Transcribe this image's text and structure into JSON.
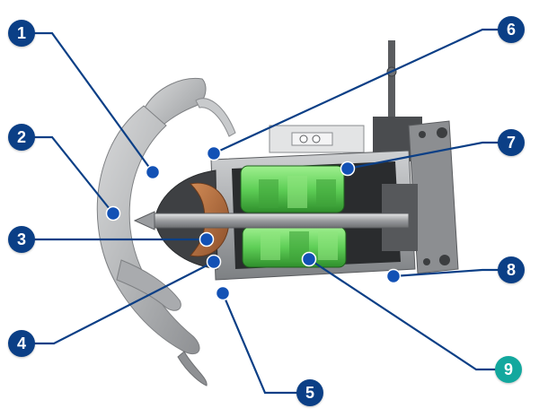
{
  "callouts": [
    {
      "label": "1",
      "color": "#0b3f86"
    },
    {
      "label": "2",
      "color": "#0b3f86"
    },
    {
      "label": "3",
      "color": "#0b3f86"
    },
    {
      "label": "4",
      "color": "#0b3f86"
    },
    {
      "label": "5",
      "color": "#0b3f86"
    },
    {
      "label": "6",
      "color": "#0b3f86"
    },
    {
      "label": "7",
      "color": "#0b3f86"
    },
    {
      "label": "8",
      "color": "#0b3f86"
    },
    {
      "label": "9",
      "color": "#13a89e"
    }
  ],
  "colors": {
    "marker": "#1251b5",
    "leader_line": "#0b3f86",
    "housing": "#58595b",
    "stator_winding": "#5fcf57",
    "bearing_housing": "#b46a3a",
    "propeller": "#bfc1c3"
  }
}
